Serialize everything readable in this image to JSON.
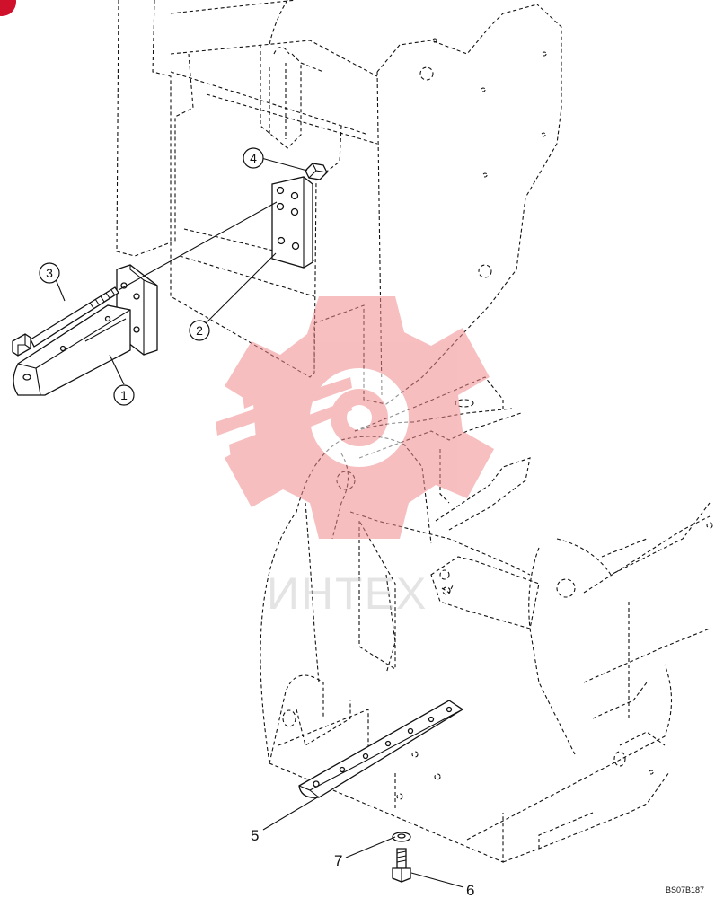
{
  "callouts": [
    {
      "id": "1",
      "label": "1"
    },
    {
      "id": "2",
      "label": "2"
    },
    {
      "id": "3",
      "label": "3"
    },
    {
      "id": "4",
      "label": "4"
    },
    {
      "id": "5",
      "label": "5"
    },
    {
      "id": "6",
      "label": "6"
    },
    {
      "id": "7",
      "label": "7"
    }
  ],
  "drawing_code": "BS07B187",
  "watermark": {
    "text": "ИНТЕХ",
    "color": "#f08a8a"
  },
  "colors": {
    "line": "#111111",
    "badge": "#d0112b"
  }
}
